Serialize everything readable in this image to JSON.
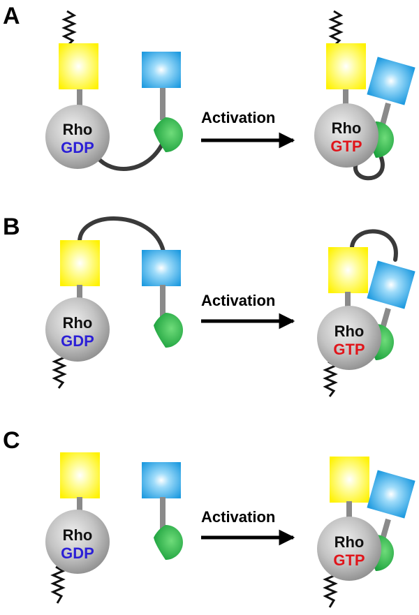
{
  "colors": {
    "gdp": "#2b1fd6",
    "gtp": "#e0151b",
    "yellow_domain": "#fff200",
    "blue_domain": "#1f9be0",
    "effector": "#1aa640",
    "rho_sphere": "#9c9c9c",
    "linker": "#3a3a3a"
  },
  "panels": [
    {
      "label": "A",
      "inactive": {
        "protein": "Rho",
        "nucleotide": "GDP"
      },
      "arrow_label": "Activation",
      "active": {
        "protein": "Rho",
        "nucleotide": "GTP"
      }
    },
    {
      "label": "B",
      "inactive": {
        "protein": "Rho",
        "nucleotide": "GDP"
      },
      "arrow_label": "Activation",
      "active": {
        "protein": "Rho",
        "nucleotide": "GTP"
      }
    },
    {
      "label": "C",
      "inactive": {
        "protein": "Rho",
        "nucleotide": "GDP"
      },
      "arrow_label": "Activation",
      "active": {
        "protein": "Rho",
        "nucleotide": "GTP"
      }
    }
  ]
}
